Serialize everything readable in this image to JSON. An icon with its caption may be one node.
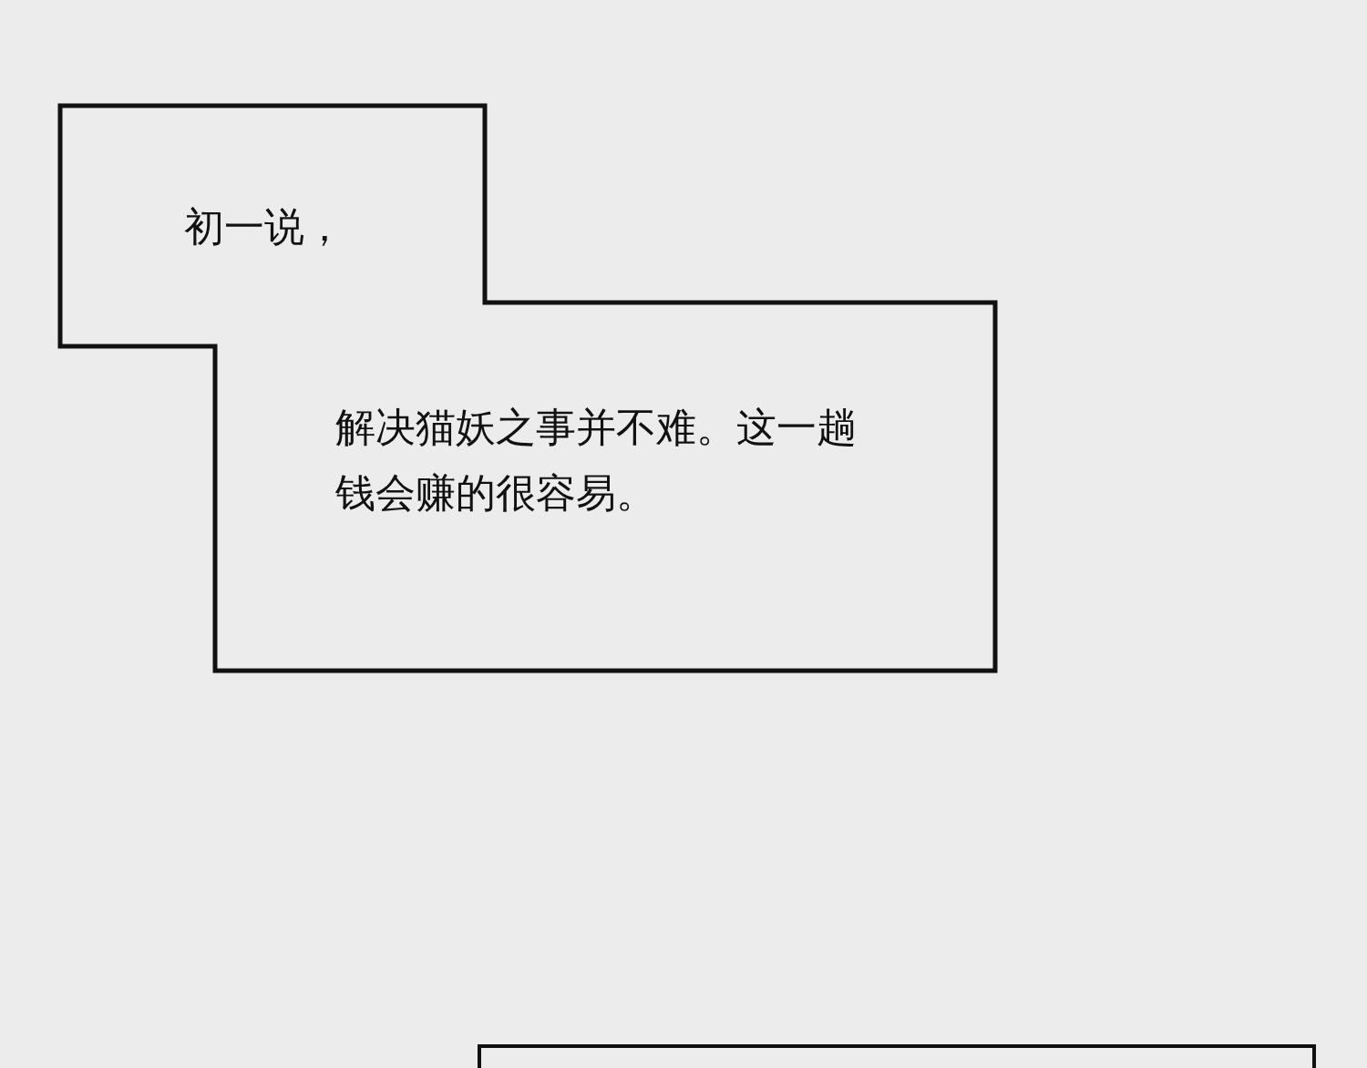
{
  "diagram": {
    "nodes": [
      {
        "text": [
          "初一说，"
        ]
      },
      {
        "text": [
          "解决猫妖之事并不难。这一趟钱会赚的很容易。"
        ]
      },
      {
        "text": [],
        "shape": "box"
      }
    ],
    "edges": []
  }
}
